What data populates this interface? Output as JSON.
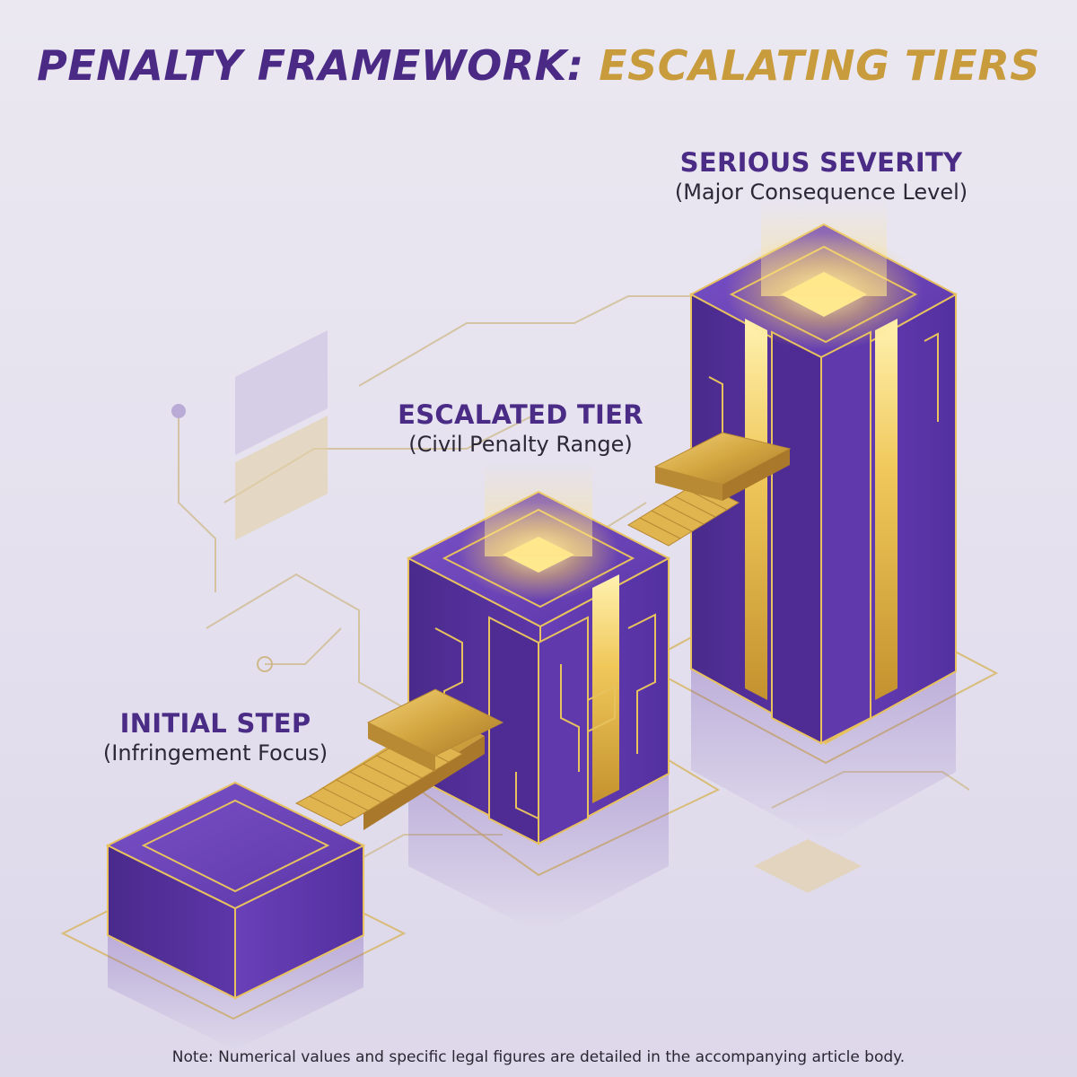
{
  "title": {
    "part1": "PENALTY FRAMEWORK:",
    "part2": "ESCALATING TIERS"
  },
  "tiers": [
    {
      "name": "INITIAL STEP",
      "subtitle": "(Infringement Focus)"
    },
    {
      "name": "ESCALATED TIER",
      "subtitle": "(Civil Penalty Range)"
    },
    {
      "name": "SERIOUS SEVERITY",
      "subtitle": "(Major Consequence Level)"
    }
  ],
  "footnote": "Note: Numerical values and specific legal figures are detailed in the accompanying article body.",
  "colors": {
    "purple": "#5b34a6",
    "purple_dark": "#3d2277",
    "gold": "#d9b04c",
    "gold_light": "#f6dc82"
  }
}
